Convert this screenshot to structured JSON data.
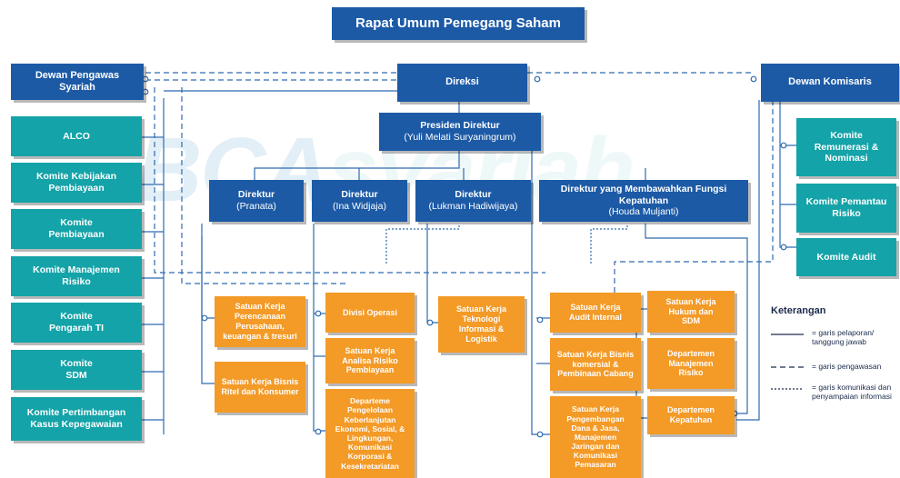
{
  "watermark": {
    "part1": "BCA",
    "part2": "syariah"
  },
  "top": "Rapat Umum Pemegang Saham",
  "left_board": "Dewan Pengawas Syariah",
  "direksi": "Direksi",
  "right_board": "Dewan Komisaris",
  "president": {
    "title": "Presiden Direktur",
    "name": "(Yuli Melati Suryaningrum)"
  },
  "directors": [
    {
      "title": "Direktur",
      "name": "(Pranata)"
    },
    {
      "title": "Direktur",
      "name": "(Ina Widjaja)"
    },
    {
      "title": "Direktur",
      "name": "(Lukman Hadiwijaya)"
    },
    {
      "title": "Direktur yang Membawahkan Fungsi Kepatuhan",
      "name": "(Houda Muljanti)"
    }
  ],
  "left_committees": [
    "ALCO",
    "Komite Kebijakan Pembiayaan",
    "Komite Pembiayaan",
    "Komite Manajemen Risiko",
    "Komite Pengarah TI",
    "Komite SDM",
    "Komite Pertimbangan Kasus Kepegawaian"
  ],
  "right_committees": [
    "Komite Remunerasi & Nominasi",
    "Komite Pemantau Risiko",
    "Komite Audit"
  ],
  "units": {
    "u1": "Satuan Kerja Perencanaan Perusahaan, keuangan & tresuri",
    "u2": "Satuan Kerja Bisnis Ritel dan Konsumer",
    "u3": "Divisi Operasi",
    "u4": "Satuan Kerja Analisa Risiko Pembiayaan",
    "u5": "Departeme Pengelolaan Keberlanjutan Ekonomi, Sosial, & Lingkungan, Komunikasi Korporasi & Kesekretariatan",
    "u6": "Satuan Kerja Teknologi Informasi & Logistik",
    "u7": "Satuan Kerja Audit Internal",
    "u8": "Satuan Kerja Bisnis komersial & Pembinaan Cabang",
    "u9": "Satuan Kerja Pengembangan Dana & Jasa, Manajemen Jaringan dan Komunikasi Pemasaran",
    "u10": "Satuan Kerja Hukum dan SDM",
    "u11": "Departemen Manajemen Risiko",
    "u12": "Departemen Kepatuhan"
  },
  "legend": {
    "title": "Keterangan",
    "items": [
      "= garis pelaporan/ tanggung jawab",
      "= garis pengawasan",
      "= garis komunikasi dan penyampaian informasi"
    ]
  },
  "colors": {
    "navy": "#1c5aa6",
    "teal": "#14a3a8",
    "orange": "#f39a27",
    "line": "#2e6bb0"
  }
}
